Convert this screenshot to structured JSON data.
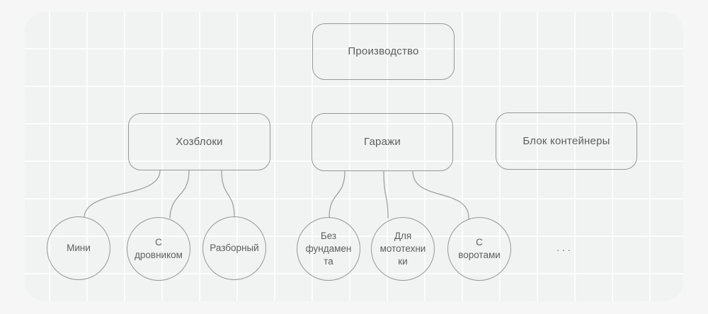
{
  "style": {
    "page_background": "#f6f6f7",
    "canvas_background": "#f1f2f2",
    "grid_line_color": "#fafafa",
    "shape_border_color": "#979797",
    "text_color": "#5d5d5d"
  },
  "diagram": {
    "root": {
      "label": "Производство"
    },
    "branches": [
      {
        "label": "Хозблоки",
        "children": [
          {
            "label": "Мини"
          },
          {
            "label": "С дровником"
          },
          {
            "label": "Разборный"
          }
        ]
      },
      {
        "label": "Гаражи",
        "children": [
          {
            "label": "Без фундамента"
          },
          {
            "label": "Для мототехники"
          },
          {
            "label": "С воротами"
          }
        ]
      },
      {
        "label": "Блок контейнеры",
        "children": [],
        "more_indicator": "..."
      }
    ]
  }
}
